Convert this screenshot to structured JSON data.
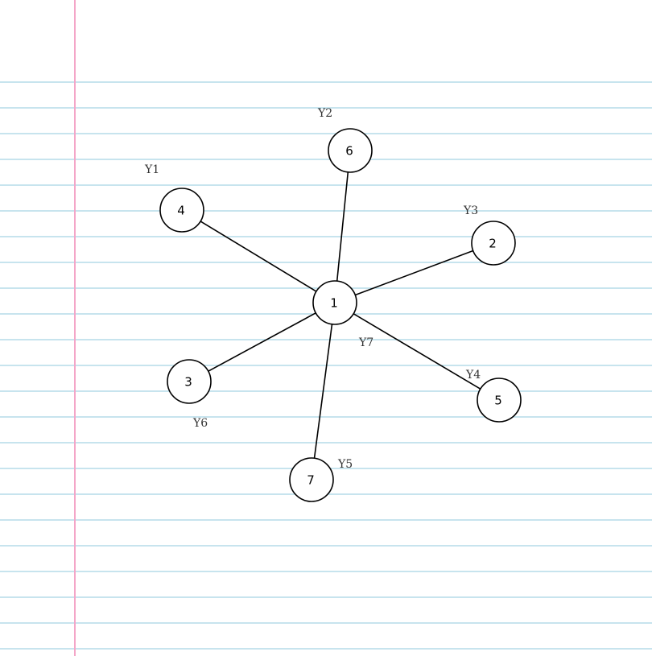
{
  "colors": {
    "paper": "#ffffff",
    "rule_line": "#8fc9dc",
    "margin_line": "#f4a6c8",
    "ink": "#000000",
    "tag_ink": "#333333"
  },
  "graph": {
    "center": "1",
    "nodes": [
      "1",
      "2",
      "3",
      "4",
      "5",
      "6",
      "7"
    ],
    "edges": [
      [
        "1",
        "4"
      ],
      [
        "1",
        "6"
      ],
      [
        "1",
        "2"
      ],
      [
        "1",
        "3"
      ],
      [
        "1",
        "5"
      ],
      [
        "1",
        "7"
      ]
    ]
  },
  "tags": [
    "Y1",
    "Y2",
    "Y3",
    "Y4",
    "Y5",
    "Y6",
    "Y7"
  ]
}
